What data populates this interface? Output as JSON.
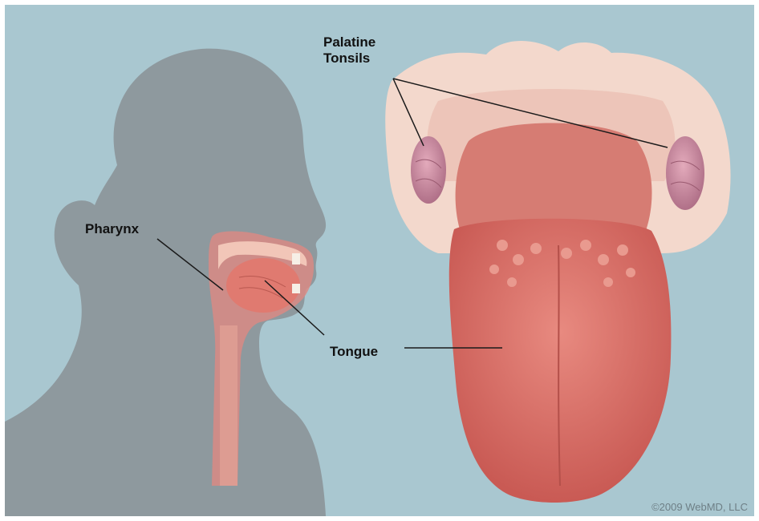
{
  "labels": {
    "pharynx": "Pharynx",
    "tongue": "Tongue",
    "palatine_tonsils": "Palatine\nTonsils"
  },
  "copyright": "©2009 WebMD, LLC",
  "colors": {
    "background": "#a9c7d0",
    "silhouette": "#8e999e",
    "tongue": "#d96a62",
    "tonsil": "#c98a9e",
    "palate": "#f3d8cc"
  }
}
